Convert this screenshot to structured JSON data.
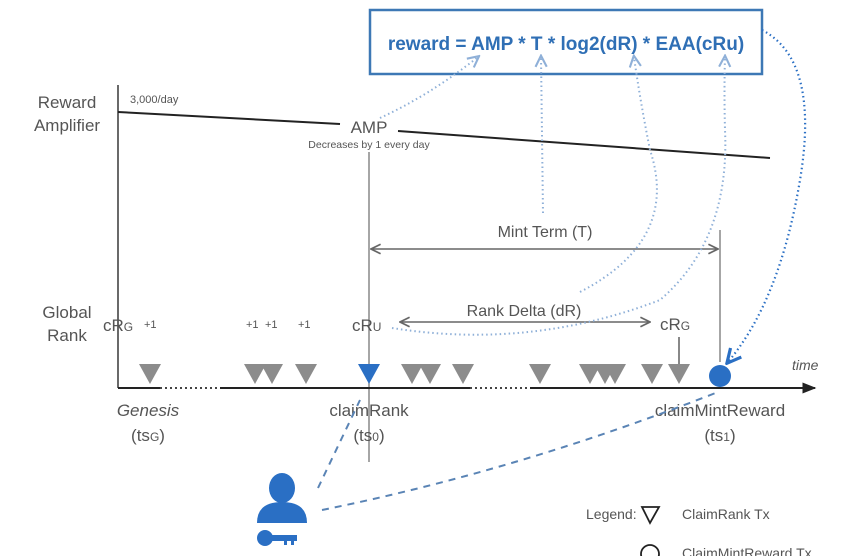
{
  "formula": {
    "text": "reward = AMP * T * log2(dR) * EAA(cRu)"
  },
  "amplifier": {
    "axis_label_line1": "Reward",
    "axis_label_line2": "Amplifier",
    "start_value": "3,000/day",
    "curve_label": "AMP",
    "curve_note": "Decreases by 1 every day"
  },
  "mint_term": {
    "label": "Mint Term (T)"
  },
  "rank": {
    "axis_label_line1": "Global",
    "axis_label_line2": "Rank",
    "cr_genesis": {
      "main": "cR",
      "sub": "G"
    },
    "cr_user": {
      "main": "cR",
      "sub": "U"
    },
    "cr_global": {
      "main": "cR",
      "sub": "G"
    },
    "increments": [
      "+1",
      "+1",
      "+1",
      "+1"
    ],
    "delta_label": "Rank Delta (dR)"
  },
  "timeline": {
    "axis_label": "time",
    "events": [
      {
        "title": "Genesis",
        "sub_main": "(ts",
        "sub_script": "G",
        "sub_end": ")"
      },
      {
        "title": "claimRank",
        "sub_main": "(ts",
        "sub_script": "0",
        "sub_end": ")"
      },
      {
        "title": "claimMintReward",
        "sub_main": "(ts",
        "sub_script": "1",
        "sub_end": ")"
      }
    ]
  },
  "legend": {
    "title": "Legend:",
    "items": [
      {
        "icon": "triangle-down-icon",
        "label": "ClaimRank Tx"
      },
      {
        "icon": "circle-icon",
        "label": "ClaimMintReward Tx"
      }
    ]
  },
  "user": {
    "icon": "user-key-icon"
  },
  "colors": {
    "accent": "#2a6fc4",
    "formula_text": "#2f6fb5",
    "frame": "#3d78b5",
    "gray_marker": "#8c8c8c",
    "text": "#555555",
    "dotted_link": "#8fb0d8"
  }
}
